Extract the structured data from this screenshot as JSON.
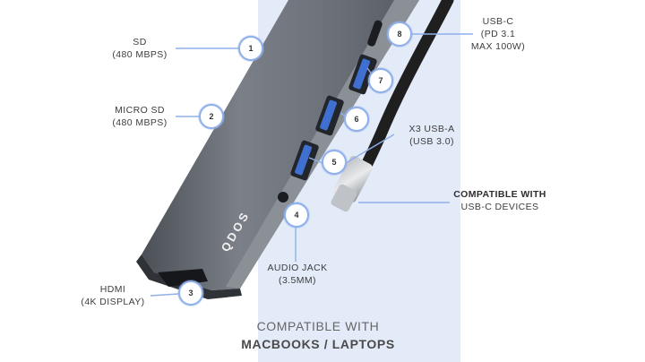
{
  "brand": "QDOS",
  "colors": {
    "panel": "#e3ebf8",
    "line": "#8fb0ea",
    "hub_body": "#6e737b",
    "hub_dark": "#3e4248",
    "cable": "#1f1f1f",
    "port_usb": "#3f6fd1"
  },
  "callouts": [
    {
      "num": "1",
      "title": "SD",
      "subtitle": "(480 MBPS)"
    },
    {
      "num": "2",
      "title": "MICRO SD",
      "subtitle": "(480 MBPS)"
    },
    {
      "num": "3",
      "title": "HDMI",
      "subtitle": "(4K DISPLAY)"
    },
    {
      "num": "4",
      "title": "AUDIO JACK",
      "subtitle": "(3.5MM)"
    },
    {
      "num": "5",
      "title": "X3 USB-A",
      "subtitle": "(USB 3.0)"
    },
    {
      "num": "6",
      "title": "",
      "subtitle": ""
    },
    {
      "num": "7",
      "title": "",
      "subtitle": ""
    },
    {
      "num": "8",
      "title": "USB-C",
      "subtitle": "(PD 3.1",
      "subtitle2": "MAX 100W)"
    }
  ],
  "compat_devices": {
    "title": "COMPATIBLE WITH",
    "subtitle": "USB-C DEVICES"
  },
  "footer": {
    "line1": "COMPATIBLE WITH",
    "line2": "MACBOOKS / LAPTOPS"
  }
}
